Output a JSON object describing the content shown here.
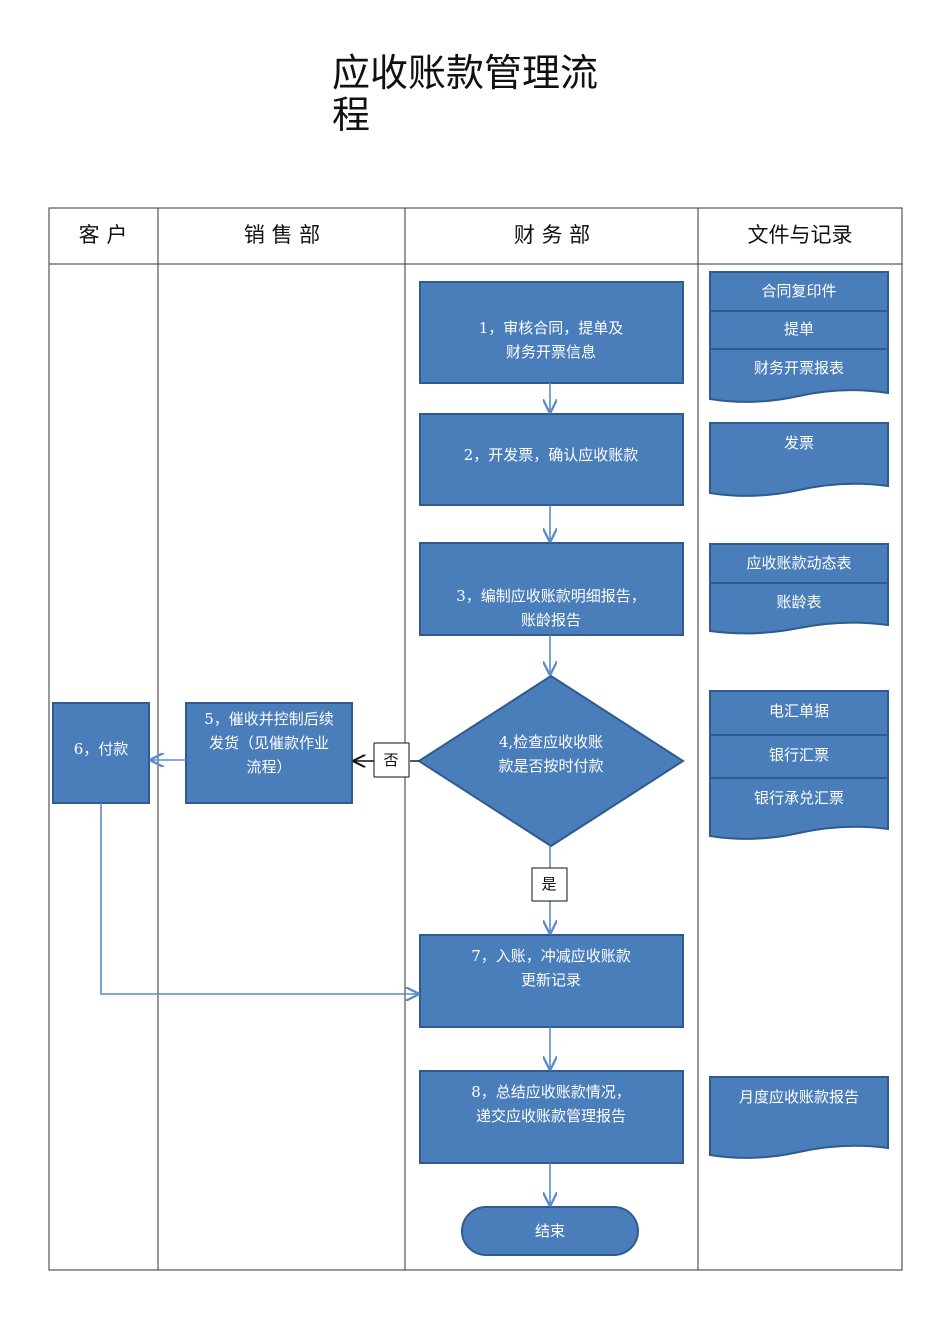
{
  "title": "应收账款管理流程",
  "columns": {
    "customer": "客 户",
    "sales": "销 售 部",
    "finance": "财 务 部",
    "docs": "文件与记录"
  },
  "steps": {
    "s1": [
      "1，审核合同，提单及",
      "财务开票信息"
    ],
    "s2": [
      "2，开发票，确认应收账款"
    ],
    "s3": [
      "3，编制应收账款明细报告，",
      "账龄报告"
    ],
    "s4": [
      "4,检查应收收账",
      "款是否按时付款"
    ],
    "s5": [
      "5，催收并控制后续",
      "发货（见催款作业",
      "流程）"
    ],
    "s6": [
      "6，付款"
    ],
    "s7": [
      "7，入账，冲减应收账款",
      "更新记录"
    ],
    "s8": [
      "8，总结应收账款情况，",
      "递交应收账款管理报告"
    ],
    "end": "结束"
  },
  "labels": {
    "no": "否",
    "yes": "是"
  },
  "docs": {
    "group1": [
      "合同复印件",
      "提单",
      "财务开票报表"
    ],
    "group2": [
      "发票"
    ],
    "group3": [
      "应收账款动态表",
      "账龄表"
    ],
    "group4": [
      "电汇单据",
      "银行汇票",
      "银行承兑汇票"
    ],
    "group5": [
      "月度应收账款报告"
    ]
  },
  "colors": {
    "box_fill": "#4a7ebb",
    "box_stroke": "#2f5b8e",
    "arrow": "#5b8cc7",
    "grid": "#333333"
  }
}
